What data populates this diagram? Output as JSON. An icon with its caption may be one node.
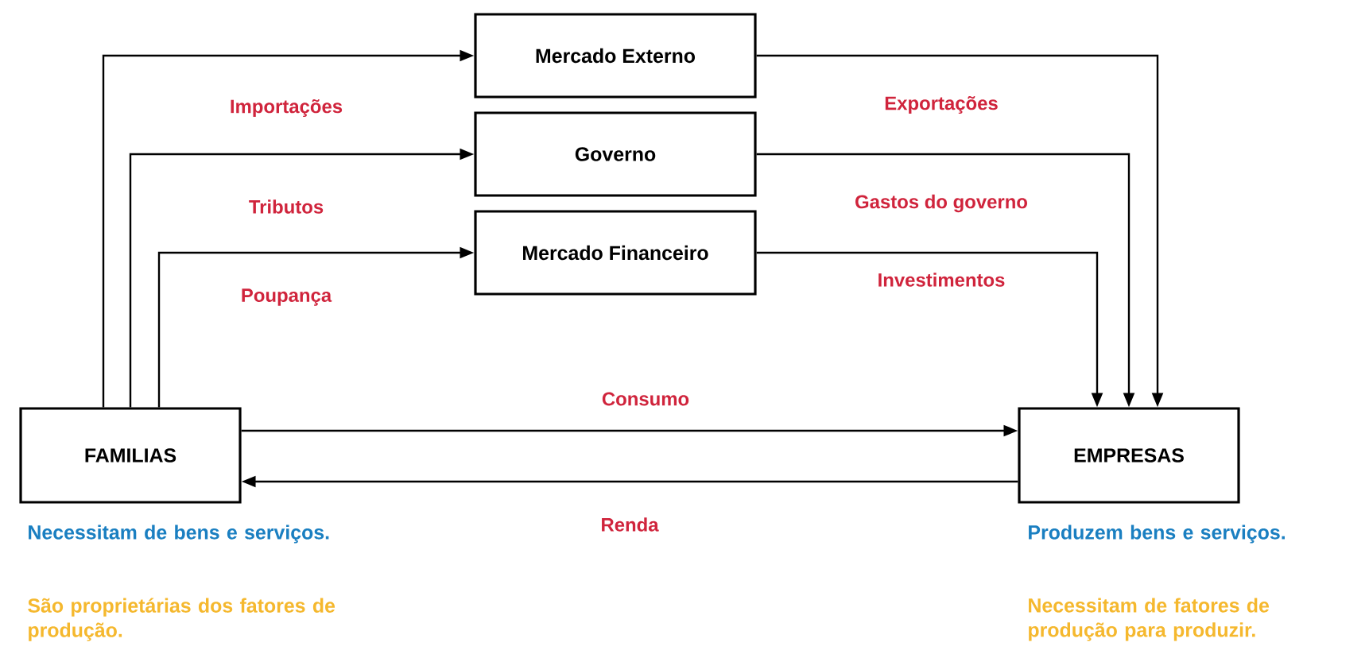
{
  "diagram": {
    "nodes": [
      {
        "text": [
          "Mercado Externo"
        ]
      },
      {
        "text": [
          "Governo"
        ]
      },
      {
        "text": [
          "Mercado Financeiro"
        ]
      },
      {
        "text": [
          "FAMILIAS"
        ],
        "beside": [
          "Necessitam de bens e serviços.",
          "São proprietárias dos fatores de produção."
        ]
      },
      {
        "text": [
          "EMPRESAS"
        ],
        "beside": [
          "Produzem bens e serviços.",
          "Necessitam de fatores de produção para produzir."
        ]
      }
    ],
    "edges": [
      {
        "from": 3,
        "to": 0,
        "arrow": "to",
        "label": "Importações"
      },
      {
        "from": 3,
        "to": 1,
        "arrow": "to",
        "label": "Tributos"
      },
      {
        "from": 3,
        "to": 2,
        "arrow": "to",
        "label": "Poupança"
      },
      {
        "from": 0,
        "to": 4,
        "arrow": "to",
        "label": "Exportações"
      },
      {
        "from": 1,
        "to": 4,
        "arrow": "to",
        "label": "Gastos do governo"
      },
      {
        "from": 2,
        "to": 4,
        "arrow": "to",
        "label": "Investimentos"
      },
      {
        "from": 3,
        "to": 4,
        "arrow": "to",
        "label": "Consumo"
      },
      {
        "from": 4,
        "to": 3,
        "arrow": "to",
        "label": "Renda"
      }
    ]
  }
}
